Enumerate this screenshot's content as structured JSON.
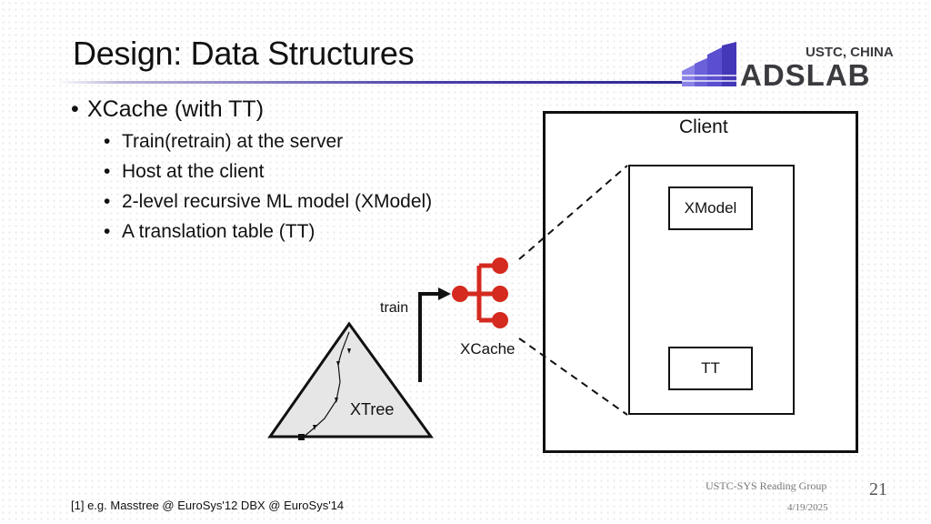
{
  "slide": {
    "title": "Design: Data Structures",
    "logo_text_top": "USTC, CHINA",
    "logo_text_main": "ADSLAB",
    "bullets": {
      "main": "XCache (with TT)",
      "sub": [
        "Train(retrain) at the server",
        "Host at the client",
        "2-level recursive ML model (XModel)",
        "A translation table (TT)"
      ]
    },
    "diagram": {
      "client_label": "Client",
      "xmodel_label": "XModel",
      "tt_label": "TT",
      "train_label": "train",
      "xcache_label": "XCache",
      "xtree_label": "XTree"
    },
    "footnote": "[1] e.g.  Masstree @ EuroSys'12  DBX @ EuroSys'14",
    "footer_group": "USTC-SYS Reading Group",
    "footer_date": "4/19/2025",
    "page_number": "21"
  },
  "colors": {
    "accent": "#2c2790",
    "xcache_red": "#d42a1f",
    "logo_purple": "#5a4fd0",
    "logo_dark": "#3b3a3f"
  }
}
